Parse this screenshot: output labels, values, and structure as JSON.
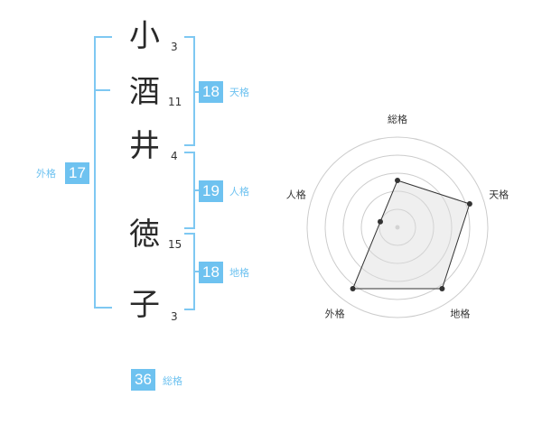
{
  "name_chars": [
    {
      "char": "小",
      "strokes": "3"
    },
    {
      "char": "酒",
      "strokes": "11"
    },
    {
      "char": "井",
      "strokes": "4"
    },
    {
      "char": "徳",
      "strokes": "15"
    },
    {
      "char": "子",
      "strokes": "3"
    }
  ],
  "kaku": {
    "tenkaku": {
      "value": "18",
      "label": "天格"
    },
    "jinkaku": {
      "value": "19",
      "label": "人格"
    },
    "chikaku": {
      "value": "18",
      "label": "地格"
    },
    "gaikaku": {
      "value": "17",
      "label": "外格"
    },
    "soukaku": {
      "value": "36",
      "label": "総格"
    }
  },
  "colors": {
    "accent": "#6ec2f0",
    "bracket": "#7ec8f2",
    "polygon_fill": "#efefef",
    "ring": "#cccccc"
  },
  "chart_data": {
    "type": "radar",
    "axes": [
      "総格",
      "天格",
      "地格",
      "外格",
      "人格"
    ],
    "values": [
      2.6,
      4.2,
      4.2,
      4.2,
      1.0
    ],
    "max": 5,
    "rings": 5
  }
}
